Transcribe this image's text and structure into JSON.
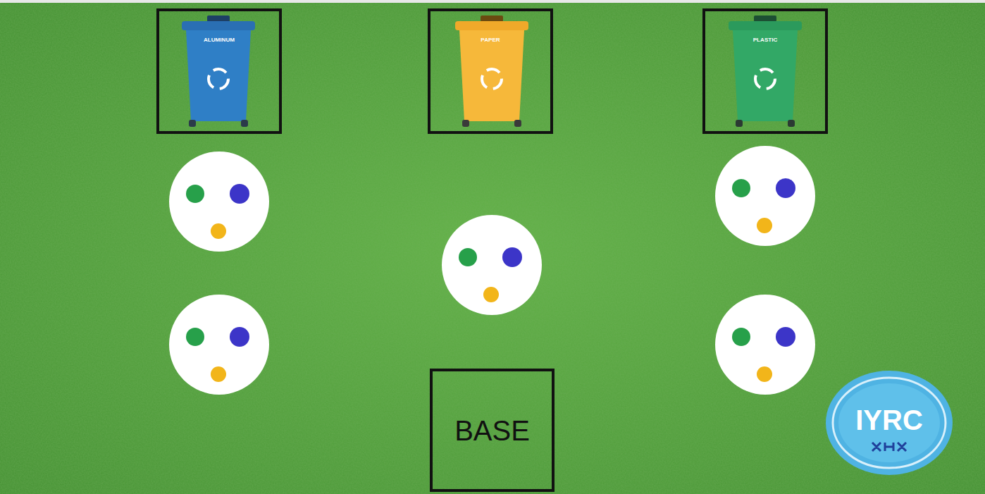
{
  "diagram": {
    "nodes": [
      {
        "text": [
          "ALUMINUM"
        ]
      },
      {
        "text": [
          "PAPER"
        ]
      },
      {
        "text": [
          "PLASTIC"
        ]
      },
      {
        "text": [
          "BASE"
        ]
      }
    ],
    "labels": [
      "IYRC"
    ]
  }
}
